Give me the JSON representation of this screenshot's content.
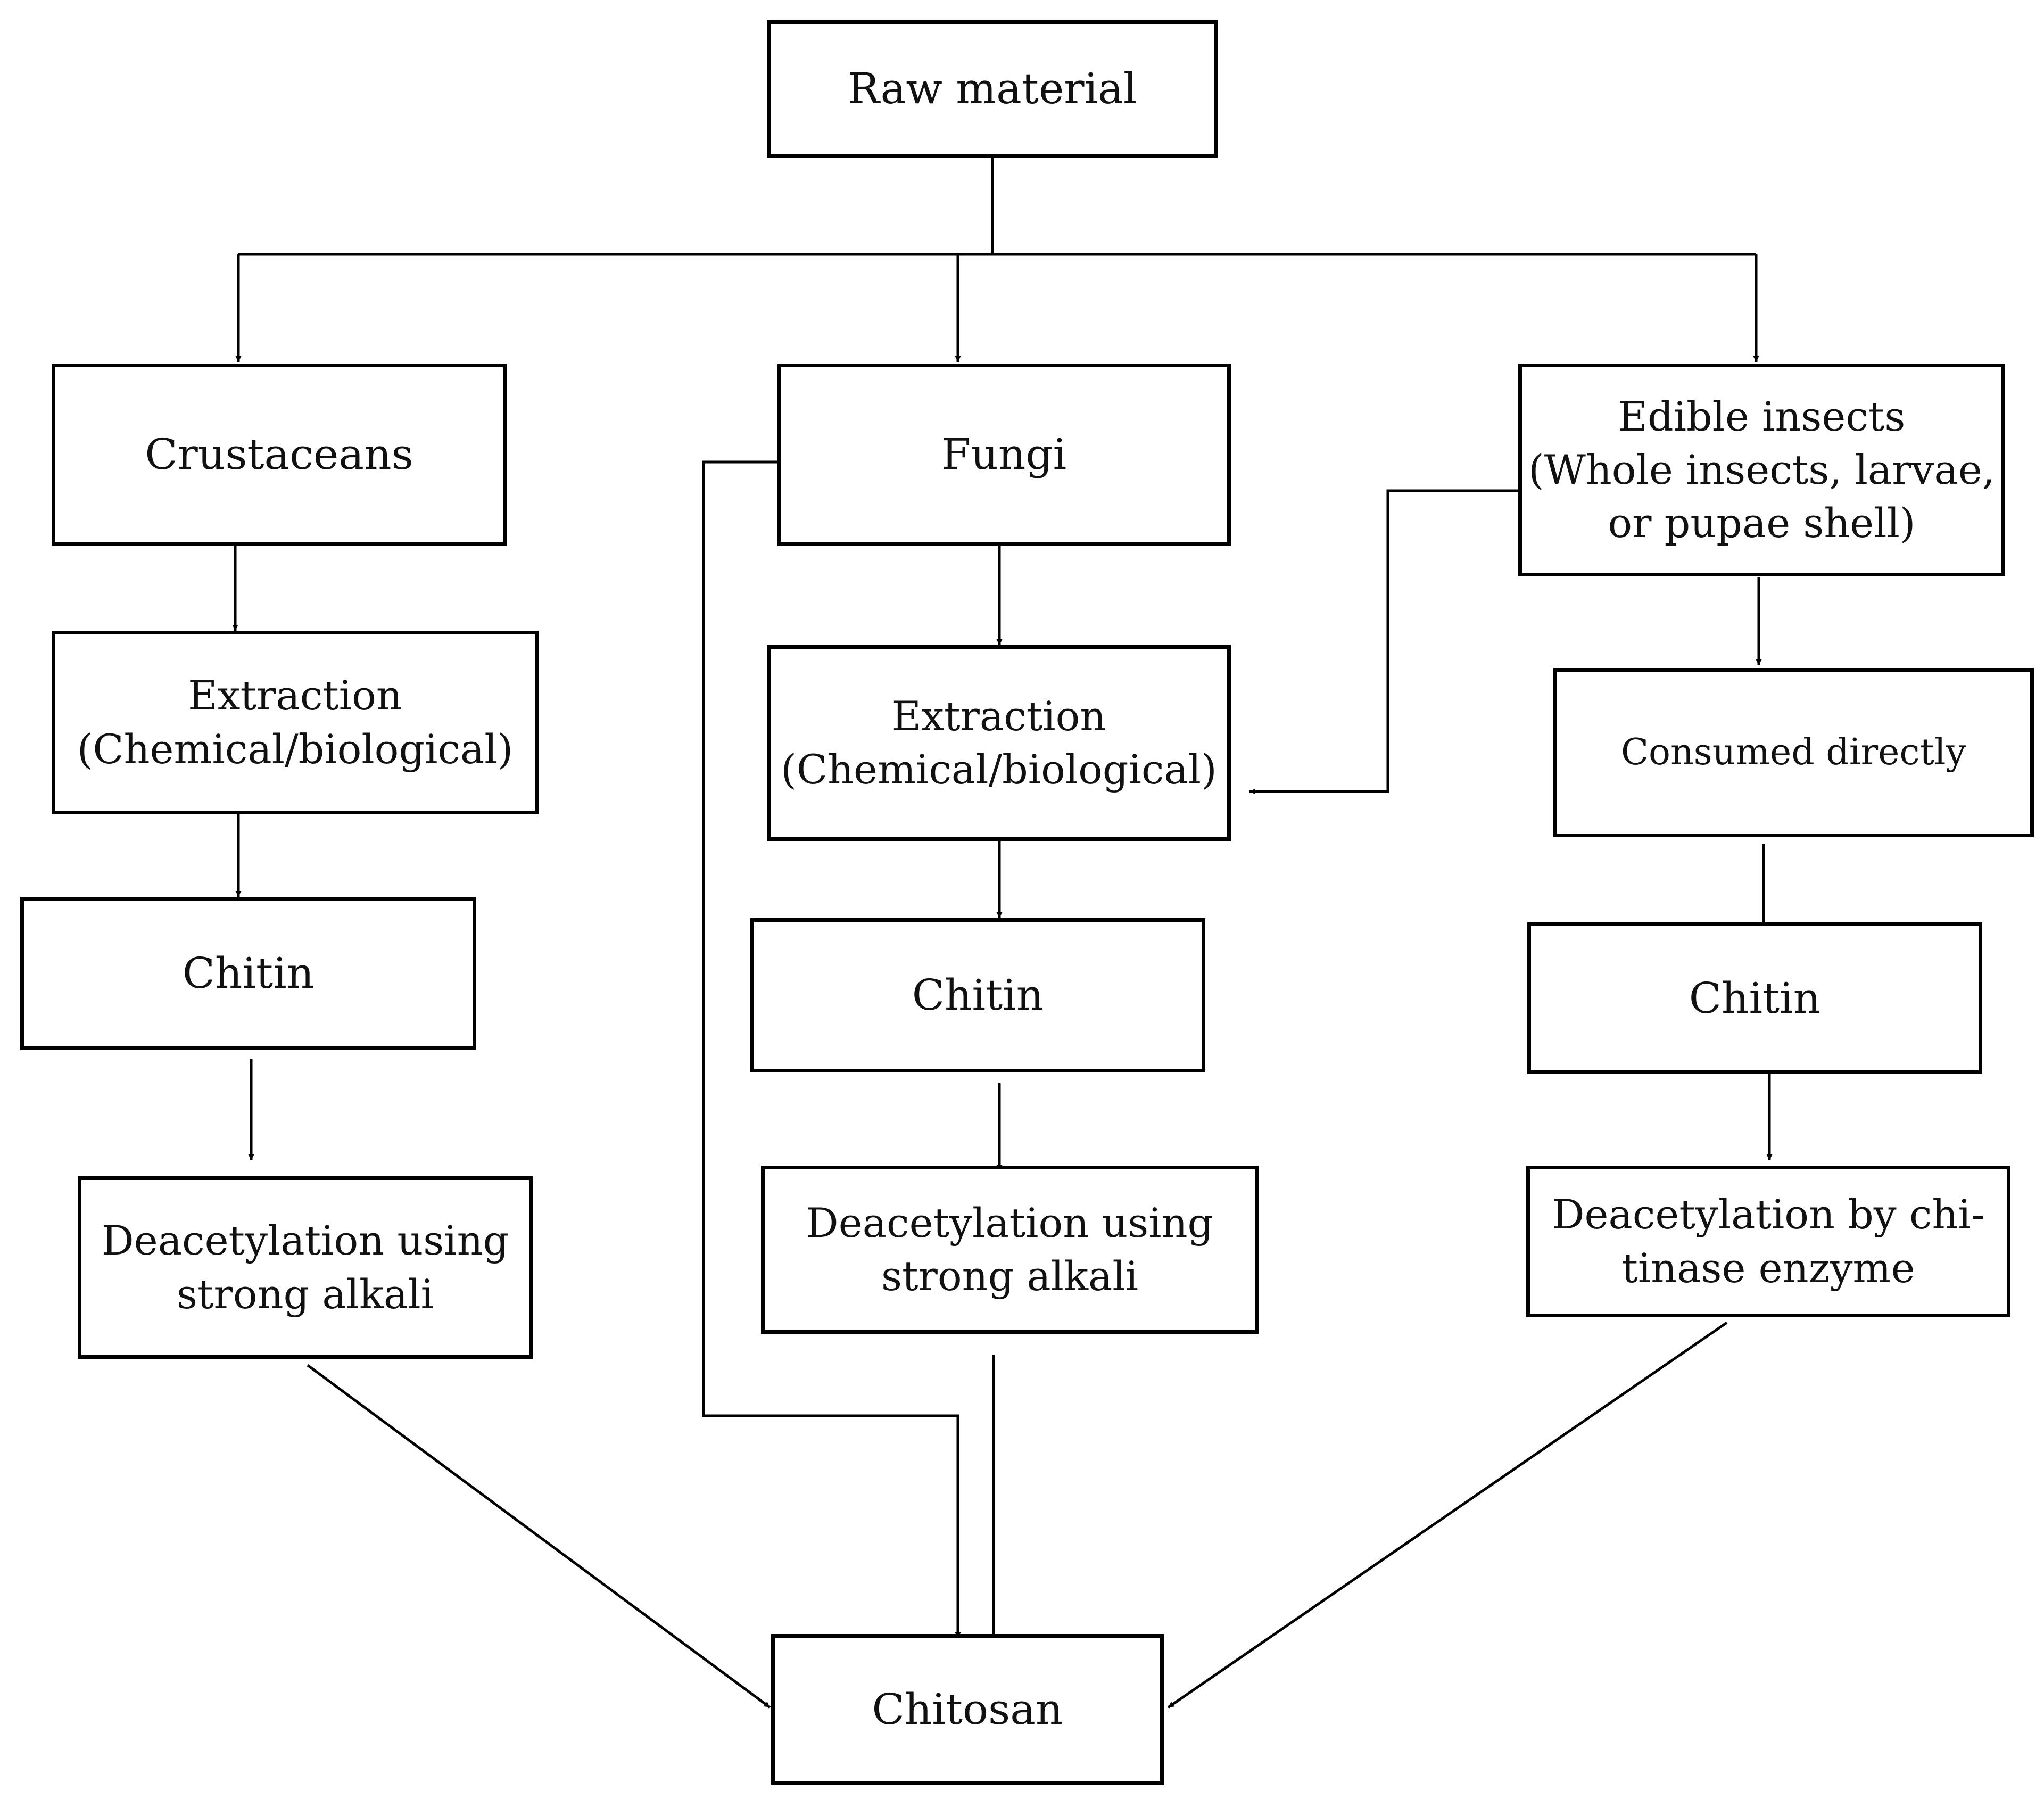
{
  "nodes": {
    "raw_material": "Raw material",
    "crustaceans": "Crustaceans",
    "fungi": "Fungi",
    "edible_insects": "Edible insects\n(Whole insects, larvae,\nor pupae shell)",
    "extraction_crustaceans": "Extraction\n(Chemical/biological)",
    "extraction_fungi": "Extraction\n(Chemical/biological)",
    "consumed_directly": "Consumed directly",
    "chitin_crustaceans": "Chitin",
    "chitin_fungi": "Chitin",
    "chitin_insects": "Chitin",
    "deacetylation_crustaceans": "Deacetylation using\nstrong alkali",
    "deacetylation_fungi": "Deacetylation using\nstrong alkali",
    "deacetylation_insects": "Deacetylation by chi-\ntinase enzyme",
    "chitosan": "Chitosan"
  }
}
